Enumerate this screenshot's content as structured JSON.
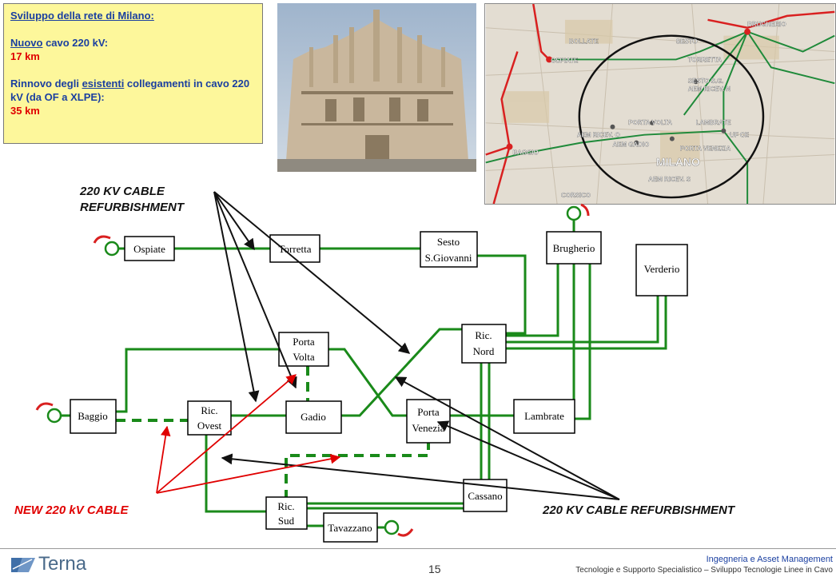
{
  "info_box": {
    "title": "Sviluppo della rete di Milano:",
    "new_cable_word": "Nuovo",
    "new_cable_rest": " cavo 220 kV:",
    "new_cable_length": "17 km",
    "renewal_pre": "Rinnovo degli ",
    "renewal_word": "esistenti",
    "renewal_rest": " collegamenti in cavo 220 kV (da OF a XLPE):",
    "renewal_length": "35 km"
  },
  "map": {
    "labels": [
      "BOLLATE",
      "OSPIATE",
      "SESTO",
      "BRUGHERIO",
      "TORRETTA",
      "SESTO S.G.",
      "AEM RICEV. N",
      "PORTA VOLTA",
      "LAMBRATE",
      "AEM RICEV. O",
      "AEM GADIO",
      "PORTA VENEZIA",
      "UF CE",
      "MILANO",
      "AEM RICEV. S",
      "BAGGIO",
      "CORSICO"
    ]
  },
  "diagram": {
    "nodes": {
      "ospiate": "Ospiate",
      "torretta": "Torretta",
      "sesto_1": "Sesto",
      "sesto_2": "S.Giovanni",
      "brugherio": "Brugherio",
      "verderio": "Verderio",
      "porta_volta_1": "Porta",
      "porta_volta_2": "Volta",
      "ric_nord_1": "Ric.",
      "ric_nord_2": "Nord",
      "baggio": "Baggio",
      "ric_ovest_1": "Ric.",
      "ric_ovest_2": "Ovest",
      "gadio": "Gadio",
      "porta_venezia_1": "Porta",
      "porta_venezia_2": "Venezia",
      "lambrate": "Lambrate",
      "ric_sud_1": "Ric.",
      "ric_sud_2": "Sud",
      "cassano": "Cassano",
      "tavazzano": "Tavazzano"
    },
    "annotations": {
      "refurb_top_1": "220 KV CABLE",
      "refurb_top_2": "REFURBISHMENT",
      "new_cable": "NEW  220 kV CABLE",
      "refurb_bottom": "220 KV CABLE REFURBISHMENT"
    },
    "colors": {
      "line": "#1a8a1a",
      "arrow_black": "#111111",
      "arrow_red": "#e00000"
    }
  },
  "footer": {
    "logo_text": "Terna",
    "page_number": "15",
    "right_line1": "Ingegneria e Asset Management",
    "right_line2": "Tecnologie e Supporto Specialistico – Sviluppo Tecnologie Linee in Cavo"
  }
}
